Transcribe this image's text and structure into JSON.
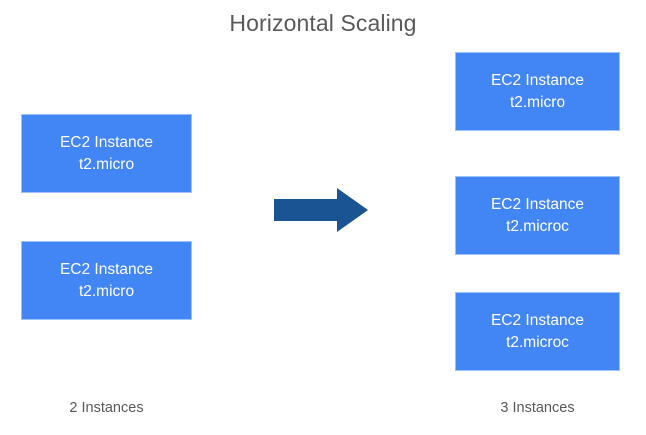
{
  "diagram": {
    "title": "Horizontal Scaling",
    "type": "before-after-scaling",
    "colors": {
      "box_fill": "#4285F4",
      "box_border": "#9EC1F7",
      "box_text": "#FFFFFF",
      "arrow": "#1A5493",
      "title_text": "#595959",
      "caption_text": "#595959",
      "background": "#FFFFFF"
    }
  },
  "left_group": {
    "caption": "2 Instances",
    "boxes": [
      {
        "line1": "EC2 Instance",
        "line2": "t2.micro"
      },
      {
        "line1": "EC2 Instance",
        "line2": "t2.micro"
      }
    ]
  },
  "arrow": {
    "direction": "right",
    "label": ""
  },
  "right_group": {
    "caption": "3 Instances",
    "boxes": [
      {
        "line1": "EC2 Instance",
        "line2": "t2.micro"
      },
      {
        "line1": "EC2 Instance",
        "line2": "t2.microc"
      },
      {
        "line1": "EC2 Instance",
        "line2": "t2.microc"
      }
    ]
  }
}
